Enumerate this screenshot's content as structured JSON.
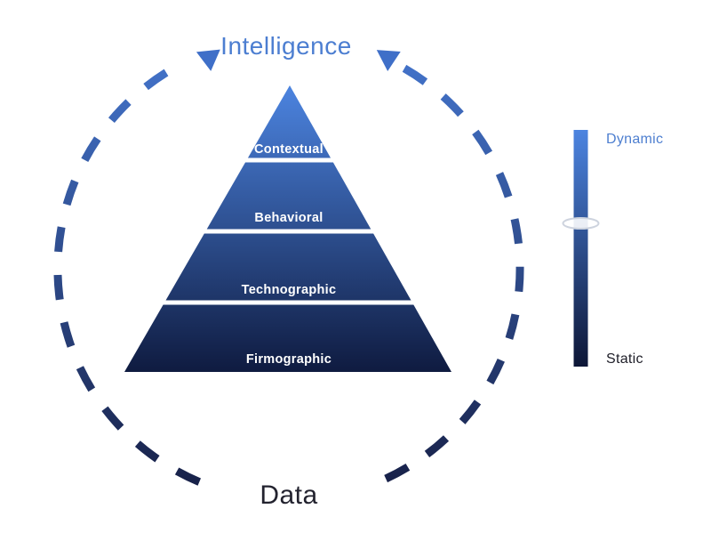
{
  "diagram": {
    "title": "Intelligence",
    "bottom_label": "Data"
  },
  "pyramid": {
    "layers": [
      {
        "label": "Contextual"
      },
      {
        "label": "Behavioral"
      },
      {
        "label": "Technographic"
      },
      {
        "label": "Firmographic"
      }
    ]
  },
  "scale": {
    "top_label": "Dynamic",
    "bottom_label": "Static"
  },
  "colors": {
    "accent_blue": "#4c7ed1",
    "pyramid_gradient_top": "#4c84e0",
    "pyramid_gradient_bottom": "#0f1b40",
    "bar_gradient_top": "#4c84e0",
    "bar_gradient_bottom": "#0d1636",
    "dash_gradient_top": "#4577d0",
    "dash_gradient_bottom": "#161e44",
    "arrowhead_blue": "#3f6fc8",
    "dark_text": "#23232f",
    "layer_text": "#ffffff"
  }
}
